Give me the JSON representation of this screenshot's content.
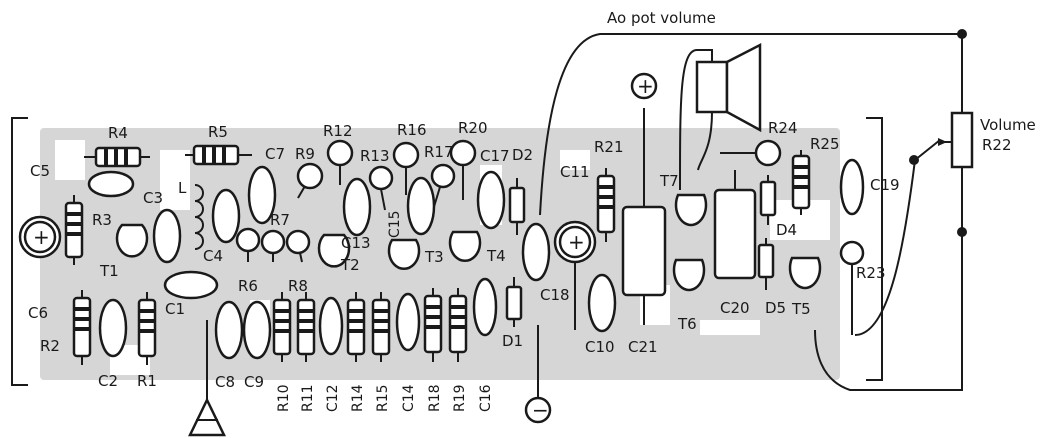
{
  "labels": {
    "R4": "R4",
    "R5": "R5",
    "C5": "C5",
    "C7": "C7",
    "R9": "R9",
    "R12": "R12",
    "R13": "R13",
    "R16": "R16",
    "R17": "R17",
    "R20": "R20",
    "C17": "C17",
    "D2": "D2",
    "C11": "C11",
    "R21": "R21",
    "T7": "T7",
    "R24": "R24",
    "R25": "R25",
    "C19": "C19",
    "R3": "R3",
    "C3": "C3",
    "L": "L",
    "C15": "C15",
    "C13": "C13",
    "T1": "T1",
    "R7": "R7",
    "C4": "C4",
    "T2": "T2",
    "T3": "T3",
    "T4": "T4",
    "D4": "D4",
    "R23": "R23",
    "C6": "C6",
    "C1": "C1",
    "R6": "R6",
    "R8": "R8",
    "C18": "C18",
    "T6": "T6",
    "C20": "C20",
    "D5": "D5",
    "T5": "T5",
    "R2": "R2",
    "D1": "D1",
    "C10": "C10",
    "C21": "C21",
    "C2": "C2",
    "R1": "R1",
    "C8": "C8",
    "C9": "C9",
    "R10": "R10",
    "R11": "R11",
    "C12": "C12",
    "R14": "R14",
    "R15": "R15",
    "C14": "C14",
    "R18": "R18",
    "R19": "R19",
    "C16": "C16"
  },
  "annotations": {
    "pot_wire": "Ao pot volume",
    "volume_title": "Volume",
    "volume_ref": "R22"
  },
  "symbols": {
    "plus": "+",
    "minus": "−"
  },
  "colors": {
    "ink": "#1a1a1a",
    "trace": "#d6d6d6",
    "background": "#ffffff"
  }
}
